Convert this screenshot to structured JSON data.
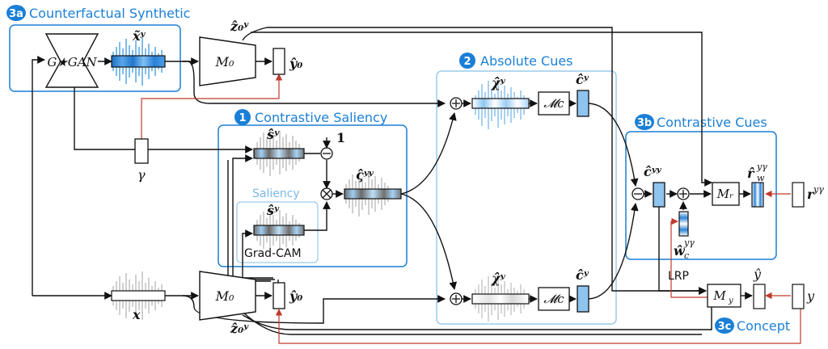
{
  "colors": {
    "accent": "#1a7fd6",
    "saliency_blue": "#7ab8e8",
    "light_box": "#9bcbeb",
    "wave_gray": "#a8a8a8",
    "wave_blue": "#2b8fe0",
    "red_line": "#c0392b",
    "cue_fill": "#8ec4ee"
  },
  "sections": {
    "s3a": {
      "badge": "3a",
      "title": "Counterfactual Synthetic"
    },
    "s1": {
      "badge": "1",
      "title": "Contrastive Saliency"
    },
    "s2": {
      "badge": "2",
      "title": "Absolute Cues"
    },
    "s3b": {
      "badge": "3b",
      "title": "Contrastive Cues"
    },
    "s3c": {
      "badge": "3c",
      "title": "Concept"
    }
  },
  "labels": {
    "generator": "G★GAN",
    "x_tilde": "x̃ʸ",
    "m0_top": "M₀",
    "z0_top": "ẑ₀ʸ",
    "y0_top": "ŷ₀",
    "gamma": "γ",
    "s_gamma": "ŝʸ",
    "one": "1",
    "saliency": "Saliency",
    "s_y": "ŝʸ",
    "gradcam": "Grad-CAM",
    "varsigma": "ς̂ʸʸ",
    "chi_gamma": "χ̂ʸ",
    "chi_y": "χ̂ʸ",
    "mc_top": "𝓜c",
    "mc_bot": "𝓜c",
    "c_gamma": "ĉʸ",
    "c_y": "ĉʸ",
    "c_ygamma": "ĉʸʸ",
    "mr": "Mᵣ",
    "r_hat": "r̂",
    "r_hat_sup": "yγ",
    "r_hat_sub": "w",
    "r_ref": "r",
    "r_ref_sup": "yγ",
    "w_hat": "ŵ",
    "w_hat_sup": "yγ",
    "w_hat_sub": "c",
    "lrp": "LRP",
    "my": "M",
    "my_sub": "y",
    "y_hat": "ŷ",
    "y": "y",
    "x": "x",
    "m0_bot": "M₀",
    "y0_bot": "ŷ₀",
    "z0_bot": "ẑ₀ʸ"
  }
}
